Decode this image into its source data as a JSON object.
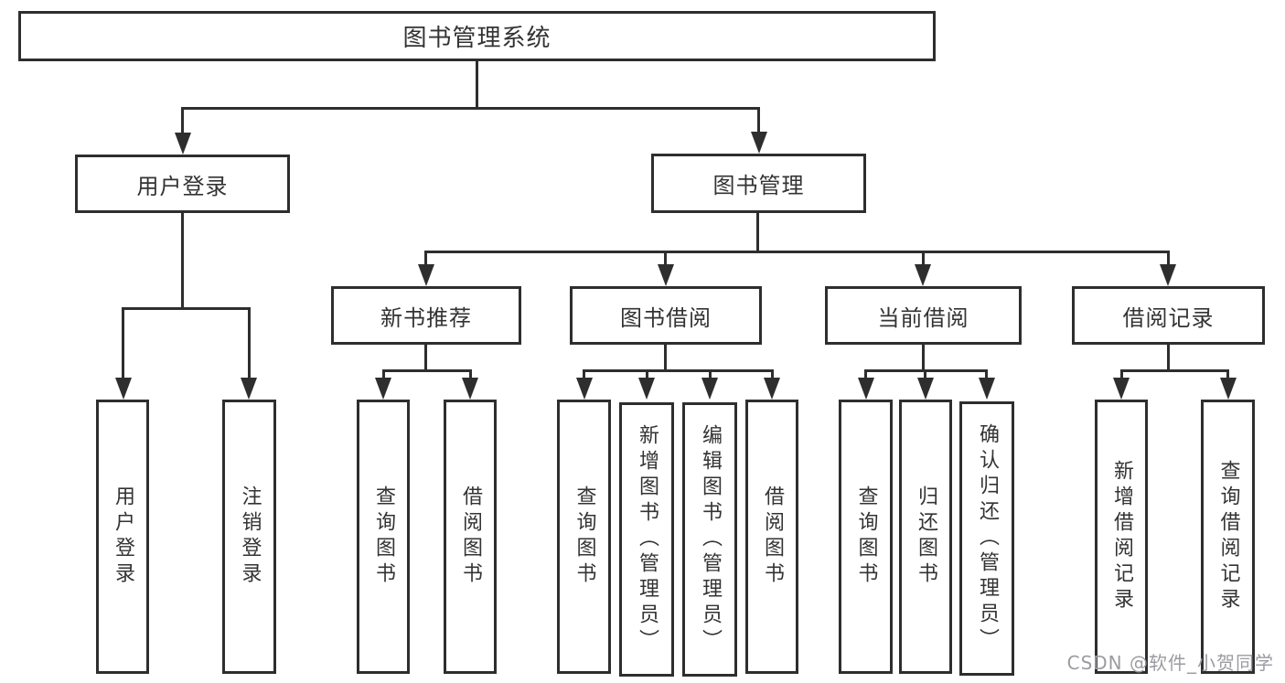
{
  "tree": {
    "root": {
      "label": "图书管理系统",
      "children": [
        {
          "label": "用户登录",
          "children": [
            {
              "label": "用户登录"
            },
            {
              "label": "注销登录"
            }
          ]
        },
        {
          "label": "图书管理",
          "children": [
            {
              "label": "新书推荐",
              "children": [
                {
                  "label": "查询图书"
                },
                {
                  "label": "借阅图书"
                }
              ]
            },
            {
              "label": "图书借阅",
              "children": [
                {
                  "label": "查询图书"
                },
                {
                  "label": "新增图书（管理员）"
                },
                {
                  "label": "编辑图书（管理员）"
                },
                {
                  "label": "借阅图书"
                }
              ]
            },
            {
              "label": "当前借阅",
              "children": [
                {
                  "label": "查询图书"
                },
                {
                  "label": "归还图书"
                },
                {
                  "label": "确认归还（管理员）"
                }
              ]
            },
            {
              "label": "借阅记录",
              "children": [
                {
                  "label": "新增借阅记录"
                },
                {
                  "label": "查询借阅记录"
                }
              ]
            }
          ]
        }
      ]
    }
  },
  "watermark": {
    "text": "CSDN @软件_小贺同学"
  },
  "colors": {
    "line": "#2e2e2e",
    "text": "#333333",
    "background": "#ffffff",
    "watermark": "#9b9ba1"
  }
}
